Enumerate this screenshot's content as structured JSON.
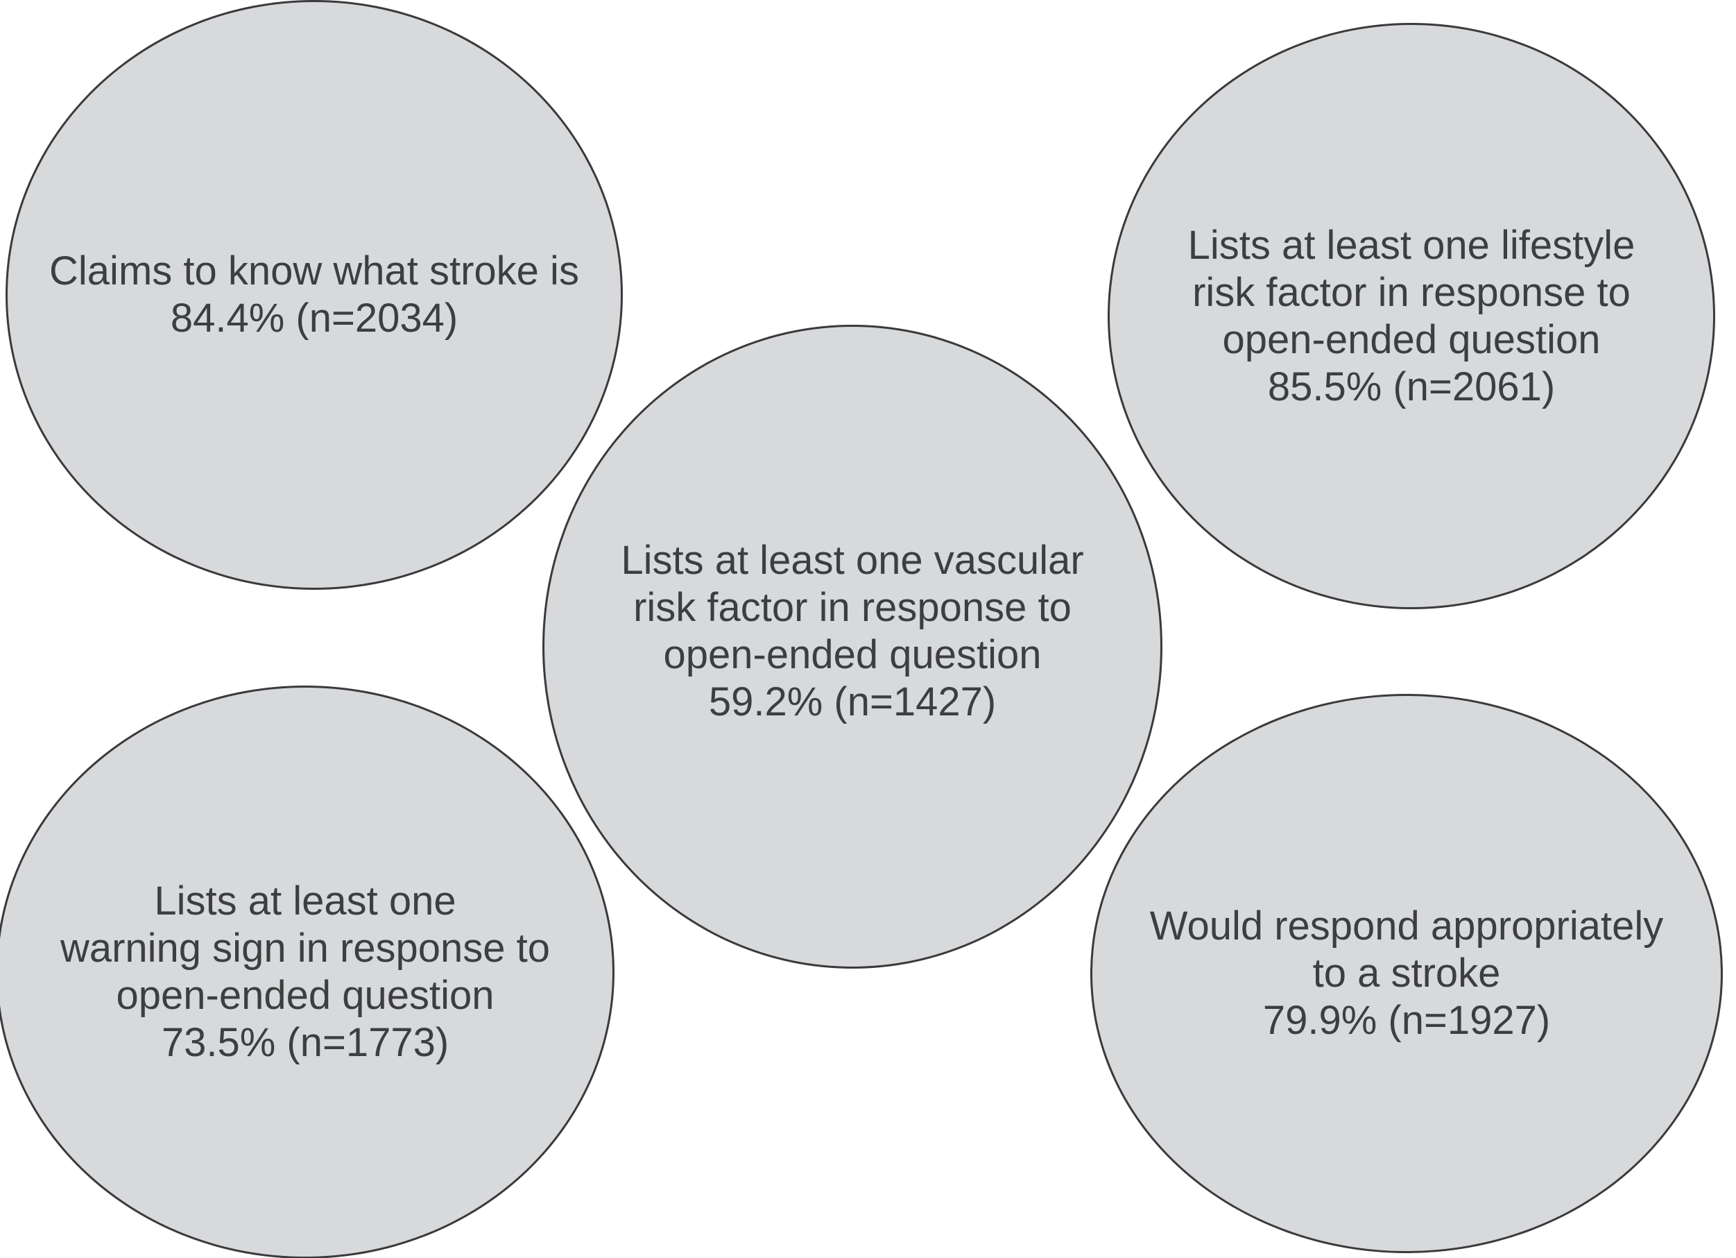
{
  "figure": {
    "description": "Five grey ellipses summarizing stroke knowledge survey results",
    "background_color": "#ffffff",
    "bubble_fill_color": "#d8d9da",
    "bubble_stroke_color": "#3a3a3c",
    "text_color": "#3d3e40",
    "bubbles": [
      {
        "id": "claims-to-know-what-stroke-is",
        "percent": "84.4%",
        "n": 2034,
        "lines": [
          "Claims to know what stroke is",
          "84.4% (n=2034)"
        ]
      },
      {
        "id": "lists-lifestyle-risk-factor",
        "percent": "85.5%",
        "n": 2061,
        "lines": [
          "Lists at least one lifestyle",
          "risk factor in response to",
          "open-ended question",
          "85.5% (n=2061)"
        ]
      },
      {
        "id": "lists-vascular-risk-factor",
        "percent": "59.2%",
        "n": 1427,
        "lines": [
          "Lists at least one vascular",
          "risk factor in response to",
          "open-ended question",
          "59.2% (n=1427)"
        ]
      },
      {
        "id": "lists-warning-sign",
        "percent": "73.5%",
        "n": 1773,
        "lines": [
          "Lists at least one",
          "warning sign in response to",
          "open-ended question",
          "73.5% (n=1773)"
        ]
      },
      {
        "id": "would-respond-appropriately",
        "percent": "79.9%",
        "n": 1927,
        "lines": [
          "Would respond appropriately",
          "to a stroke",
          "79.9% (n=1927)"
        ]
      }
    ]
  }
}
